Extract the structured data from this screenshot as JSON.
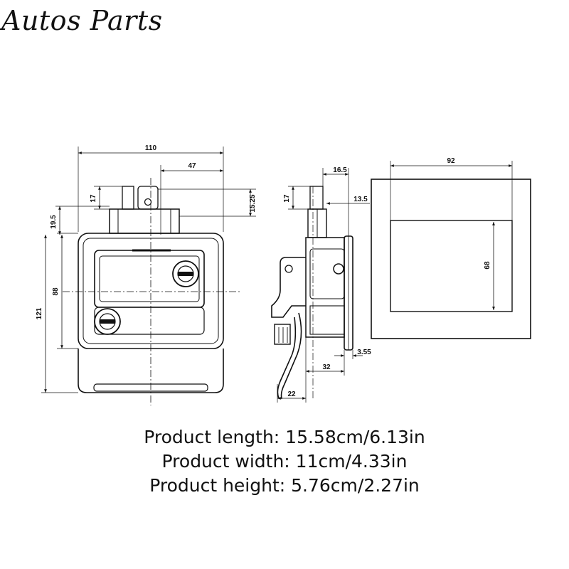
{
  "brand": "Autos Parts",
  "dimensions": {
    "front_width": "110",
    "top_offset": "47",
    "tab_height": "17",
    "right_offset": "15.25",
    "upper_gap": "19.5",
    "handle_height": "88",
    "total_height": "121",
    "side_top": "16.5",
    "side_tab": "17",
    "side_offset": "13.5",
    "plate_thickness": "3.55",
    "side_depth": "32",
    "side_base": "22",
    "cutout_width": "92",
    "cutout_height": "68"
  },
  "specs": [
    "Product length: 15.58cm/6.13in",
    "Product width: 11cm/4.33in",
    "Product height: 5.76cm/2.27in"
  ]
}
